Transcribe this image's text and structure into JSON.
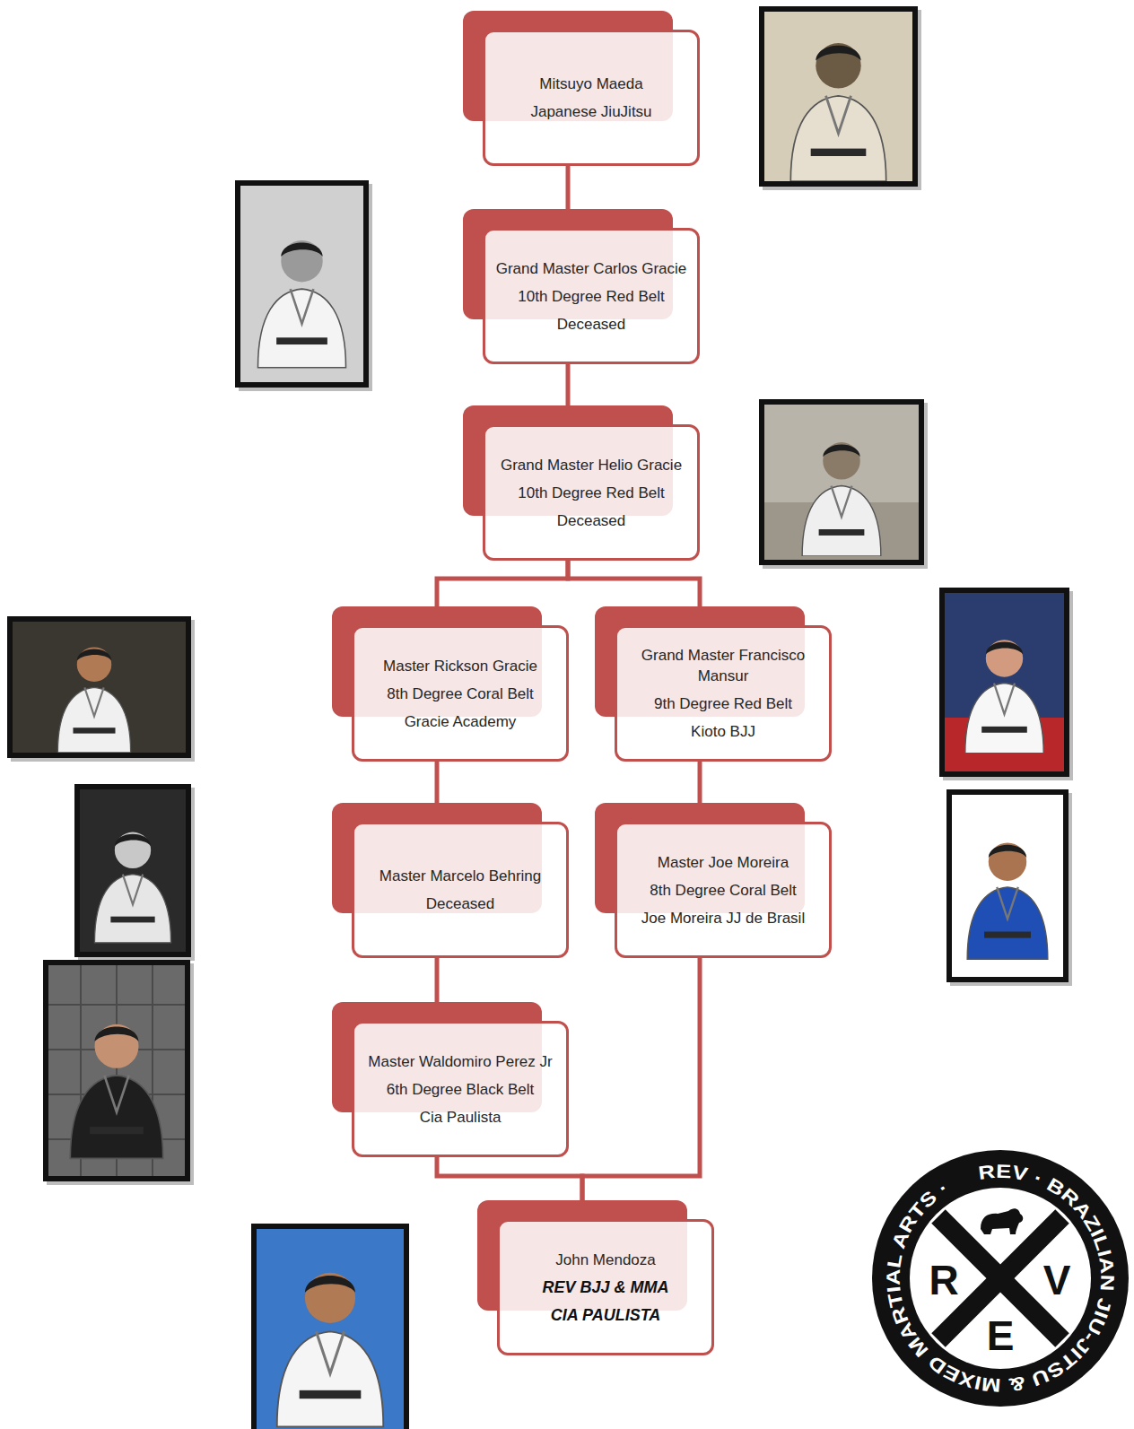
{
  "diagram": {
    "nodes": [
      {
        "text": [
          "Mitsuyo Maeda",
          "Japanese JiuJitsu"
        ]
      },
      {
        "text": [
          "Grand Master Carlos Gracie",
          "10th Degree Red Belt",
          "Deceased"
        ]
      },
      {
        "text": [
          "Grand Master Helio Gracie",
          "10th Degree Red Belt",
          "Deceased"
        ]
      },
      {
        "text": [
          "Master Rickson Gracie",
          "8th Degree Coral Belt",
          "Gracie Academy"
        ]
      },
      {
        "text": [
          "Grand Master Francisco Mansur",
          "9th Degree Red Belt",
          "Kioto BJJ"
        ]
      },
      {
        "text": [
          "Master Marcelo Behring",
          "Deceased"
        ]
      },
      {
        "text": [
          "Master Joe Moreira",
          "8th Degree Coral Belt",
          "Joe Moreira JJ de Brasil"
        ]
      },
      {
        "text": [
          "Master Waldomiro Perez Jr",
          "6th Degree Black Belt",
          "Cia Paulista"
        ]
      },
      {
        "text": [
          "John Mendoza",
          "REV BJJ & MMA",
          "CIA PAULISTA"
        ]
      }
    ],
    "edges": [
      {
        "from": 0,
        "to": 1,
        "arrow": "none"
      },
      {
        "from": 1,
        "to": 2,
        "arrow": "none"
      },
      {
        "from": 2,
        "to": 3,
        "arrow": "none"
      },
      {
        "from": 2,
        "to": 4,
        "arrow": "none"
      },
      {
        "from": 3,
        "to": 5,
        "arrow": "none"
      },
      {
        "from": 4,
        "to": 6,
        "arrow": "none"
      },
      {
        "from": 5,
        "to": 7,
        "arrow": "none"
      },
      {
        "from": 7,
        "to": 8,
        "arrow": "none"
      },
      {
        "from": 6,
        "to": 8,
        "arrow": "none"
      }
    ],
    "labels": [
      "REV · BRAZILIAN JIU-JITSU & MIXED MARTIAL ARTS ·",
      "R",
      "V",
      "E"
    ]
  }
}
